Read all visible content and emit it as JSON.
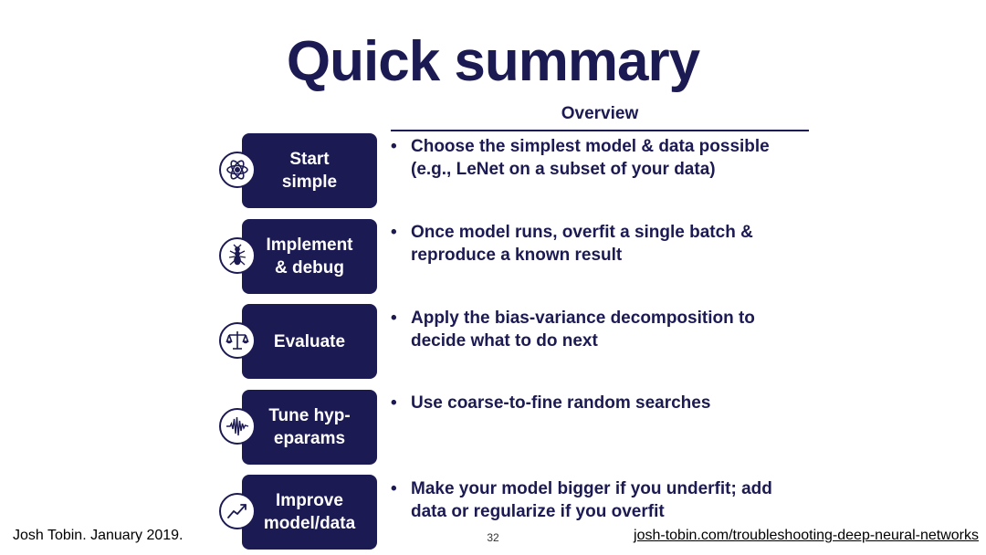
{
  "title": "Quick summary",
  "overview_header": "Overview",
  "steps": [
    {
      "label": "Start\nsimple",
      "icon": "atom-icon",
      "description": "Choose the simplest model & data possible (e.g., LeNet on a subset of your data)"
    },
    {
      "label": "Implement\n& debug",
      "icon": "bug-icon",
      "description": "Once model runs, overfit a single batch & reproduce a known result"
    },
    {
      "label": "Evaluate",
      "icon": "scales-icon",
      "description": "Apply the bias-variance decomposition to decide what to do next"
    },
    {
      "label": "Tune hyp-\neparams",
      "icon": "waveform-icon",
      "description": "Use coarse-to-fine random searches"
    },
    {
      "label": "Improve\nmodel/data",
      "icon": "trend-chart-icon",
      "description": "Make your model bigger if you underfit; add data or regularize if you overfit"
    }
  ],
  "bullet": "•",
  "footer": {
    "author": "Josh Tobin. January 2019.",
    "page_number": "32",
    "link": "josh-tobin.com/troubleshooting-deep-neural-networks"
  },
  "colors": {
    "primary": "#1c1a52",
    "background": "#ffffff"
  }
}
